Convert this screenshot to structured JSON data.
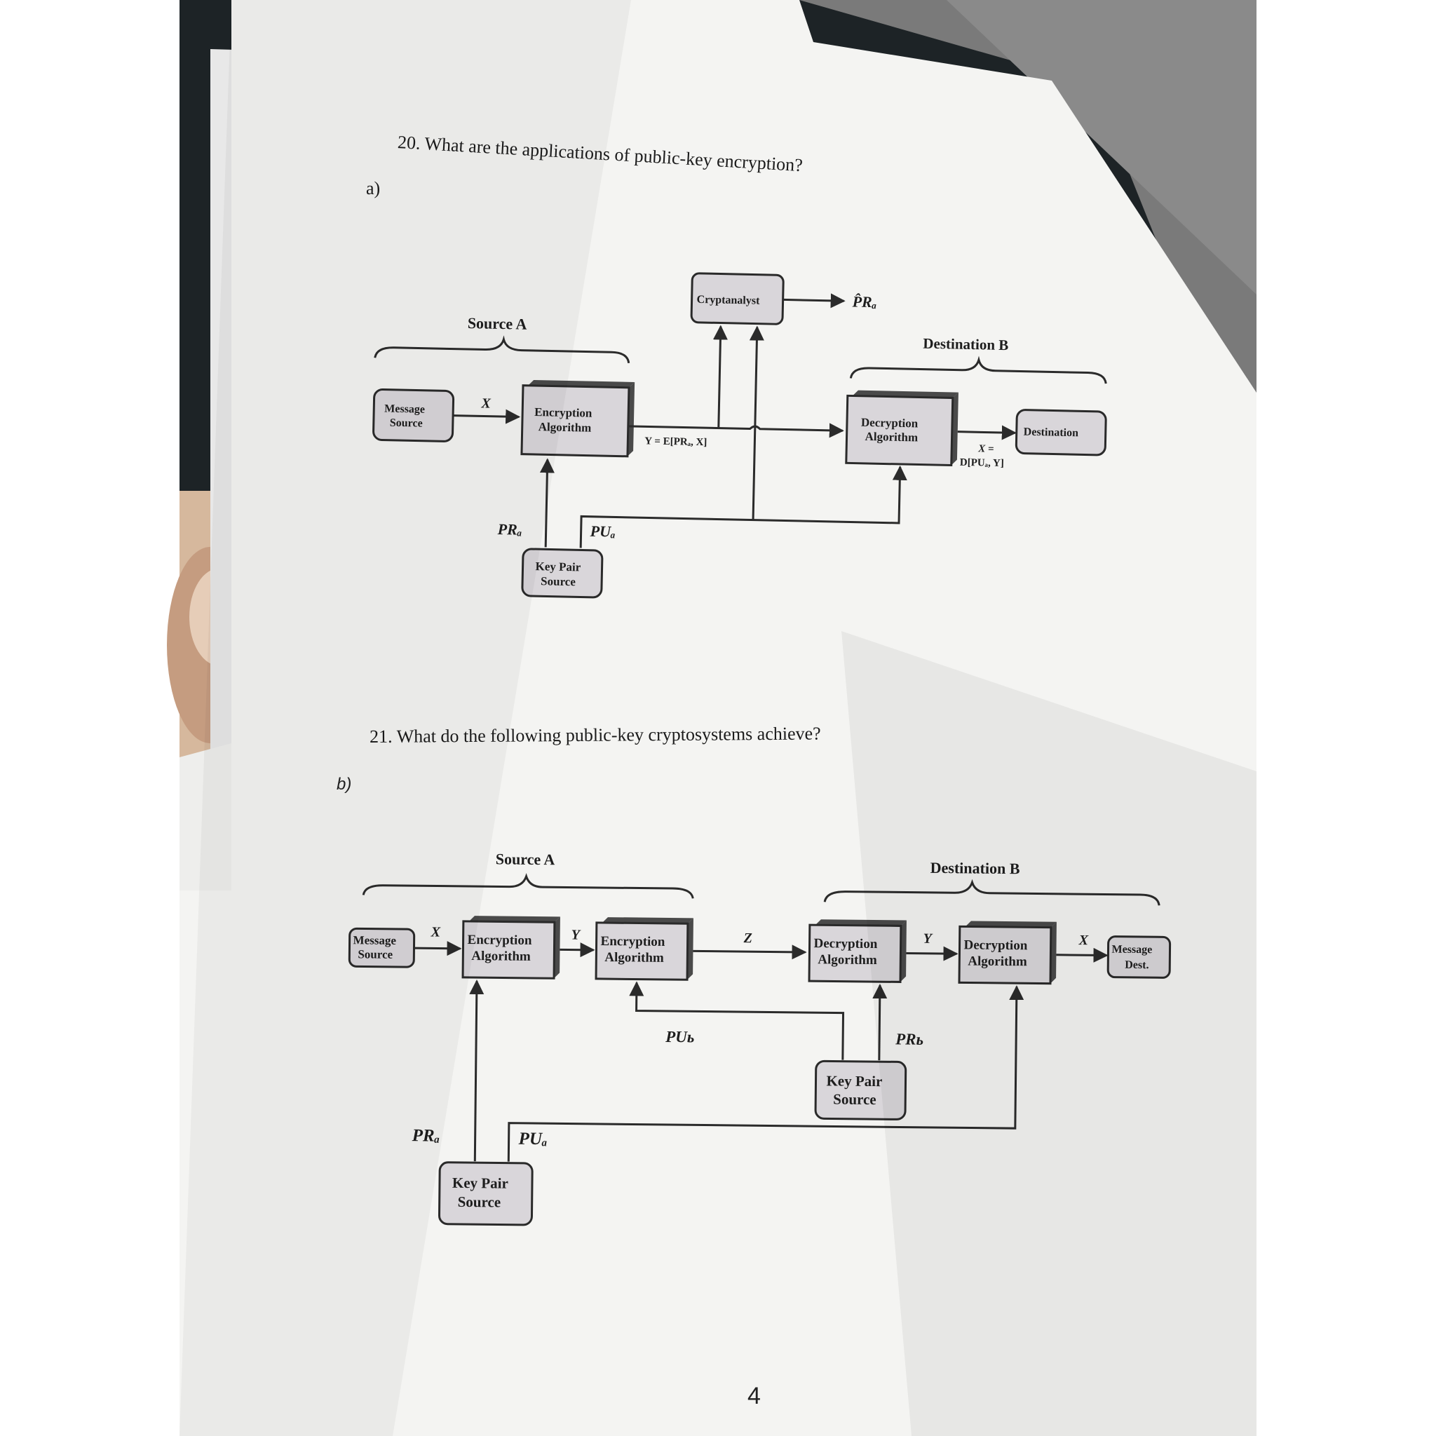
{
  "page": {
    "part_a_marker": "a)",
    "part_b_marker": "b)",
    "question_20": "20. What are the applications of public-key encryption?",
    "question_21": "21. What do the following public-key cryptosystems achieve?",
    "page_number": "4"
  },
  "diagram_a": {
    "source_label": "Source A",
    "destination_label": "Destination B",
    "cryptanalyst": "Cryptanalyst",
    "pr_hat": "P̂Rₐ",
    "message_source_1": "Message",
    "message_source_2": "Source",
    "x_label": "X",
    "enc_1": "Encryption",
    "enc_2": "Algorithm",
    "y_expr": "Y = E[PRₐ, X]",
    "dec_1": "Decryption",
    "dec_2": "Algorithm",
    "x_eq": "X =",
    "x_expr": "D[PUₐ, Y]",
    "destination": "Destination",
    "pr_a": "PRₐ",
    "pu_a": "PUₐ",
    "kps_1": "Key Pair",
    "kps_2": "Source"
  },
  "diagram_b": {
    "source_label": "Source A",
    "destination_label": "Destination B",
    "message_source_1": "Message",
    "message_source_2": "Source",
    "x_label": "X",
    "enc1_1": "Encryption",
    "enc1_2": "Algorithm",
    "y_label": "Y",
    "enc2_1": "Encryption",
    "enc2_2": "Algorithm",
    "z_label": "Z",
    "dec1_1": "Decryption",
    "dec1_2": "Algorithm",
    "y_label_2": "Y",
    "dec2_1": "Decryption",
    "dec2_2": "Algorithm",
    "x_label_2": "X",
    "dest_1": "Message",
    "dest_2": "Dest.",
    "pu_b": "PUь",
    "pr_b": "PRь",
    "kps_b_1": "Key Pair",
    "kps_b_2": "Source",
    "pr_a": "PRₐ",
    "pu_a": "PUₐ",
    "kps_a_1": "Key Pair",
    "kps_a_2": "Source"
  },
  "colors": {
    "paper": "#f4f4f2",
    "box_fill": "#d9d6da",
    "box_stroke": "#2a2a2a",
    "box_shadow": "#4a4a4a",
    "line": "#2b2b2b",
    "background_dark": "#1d2326",
    "carpet": "#6b6b6b"
  }
}
